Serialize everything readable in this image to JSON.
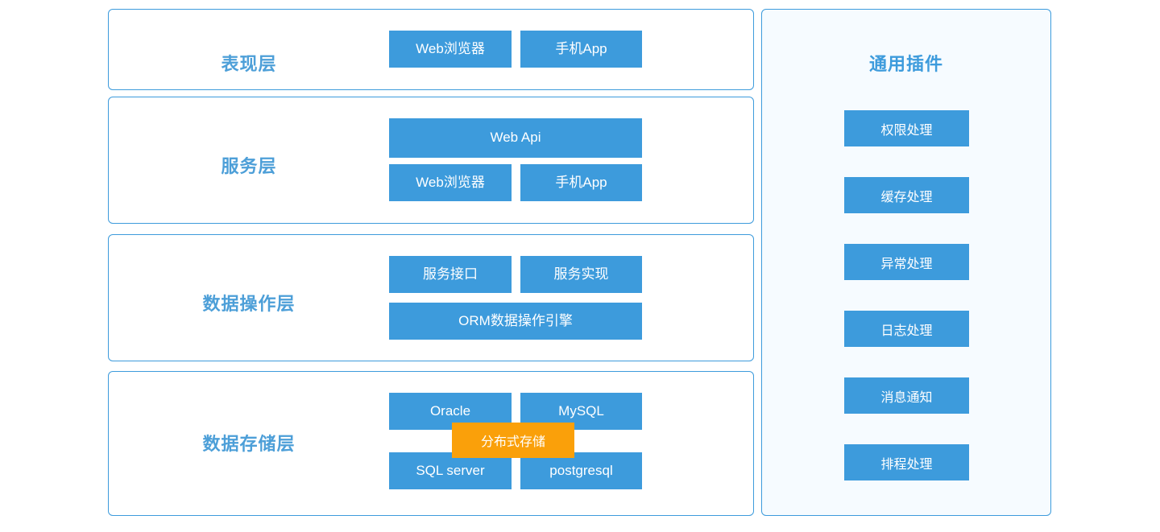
{
  "theme": {
    "primary_blue": "#3d9bdc",
    "title_blue": "#4d9fd8",
    "accent_orange": "#faa00a",
    "panel_bg": "#ffffff",
    "plugin_panel_bg": "#f6fbff"
  },
  "layers": [
    {
      "title": "表现层",
      "rows": [
        {
          "type": "pair",
          "left": "Web浏览器",
          "right": "手机App"
        }
      ]
    },
    {
      "title": "服务层",
      "rows": [
        {
          "type": "wide",
          "label": "Web Api"
        },
        {
          "type": "pair",
          "left": "Web浏览器",
          "right": "手机App"
        }
      ]
    },
    {
      "title": "数据操作层",
      "rows": [
        {
          "type": "pair",
          "left": "服务接口",
          "right": "服务实现"
        },
        {
          "type": "wide",
          "label": "ORM数据操作引擎"
        }
      ]
    },
    {
      "title": "数据存储层",
      "rows": [
        {
          "type": "pair",
          "left": "Oracle",
          "right": "MySQL"
        },
        {
          "type": "pair",
          "left": "SQL server",
          "right": "postgresql"
        }
      ],
      "overlay": "分布式存储"
    }
  ],
  "plugin_panel": {
    "title": "通用插件",
    "items": [
      "权限处理",
      "缓存处理",
      "异常处理",
      "日志处理",
      "消息通知",
      "排程处理"
    ]
  }
}
